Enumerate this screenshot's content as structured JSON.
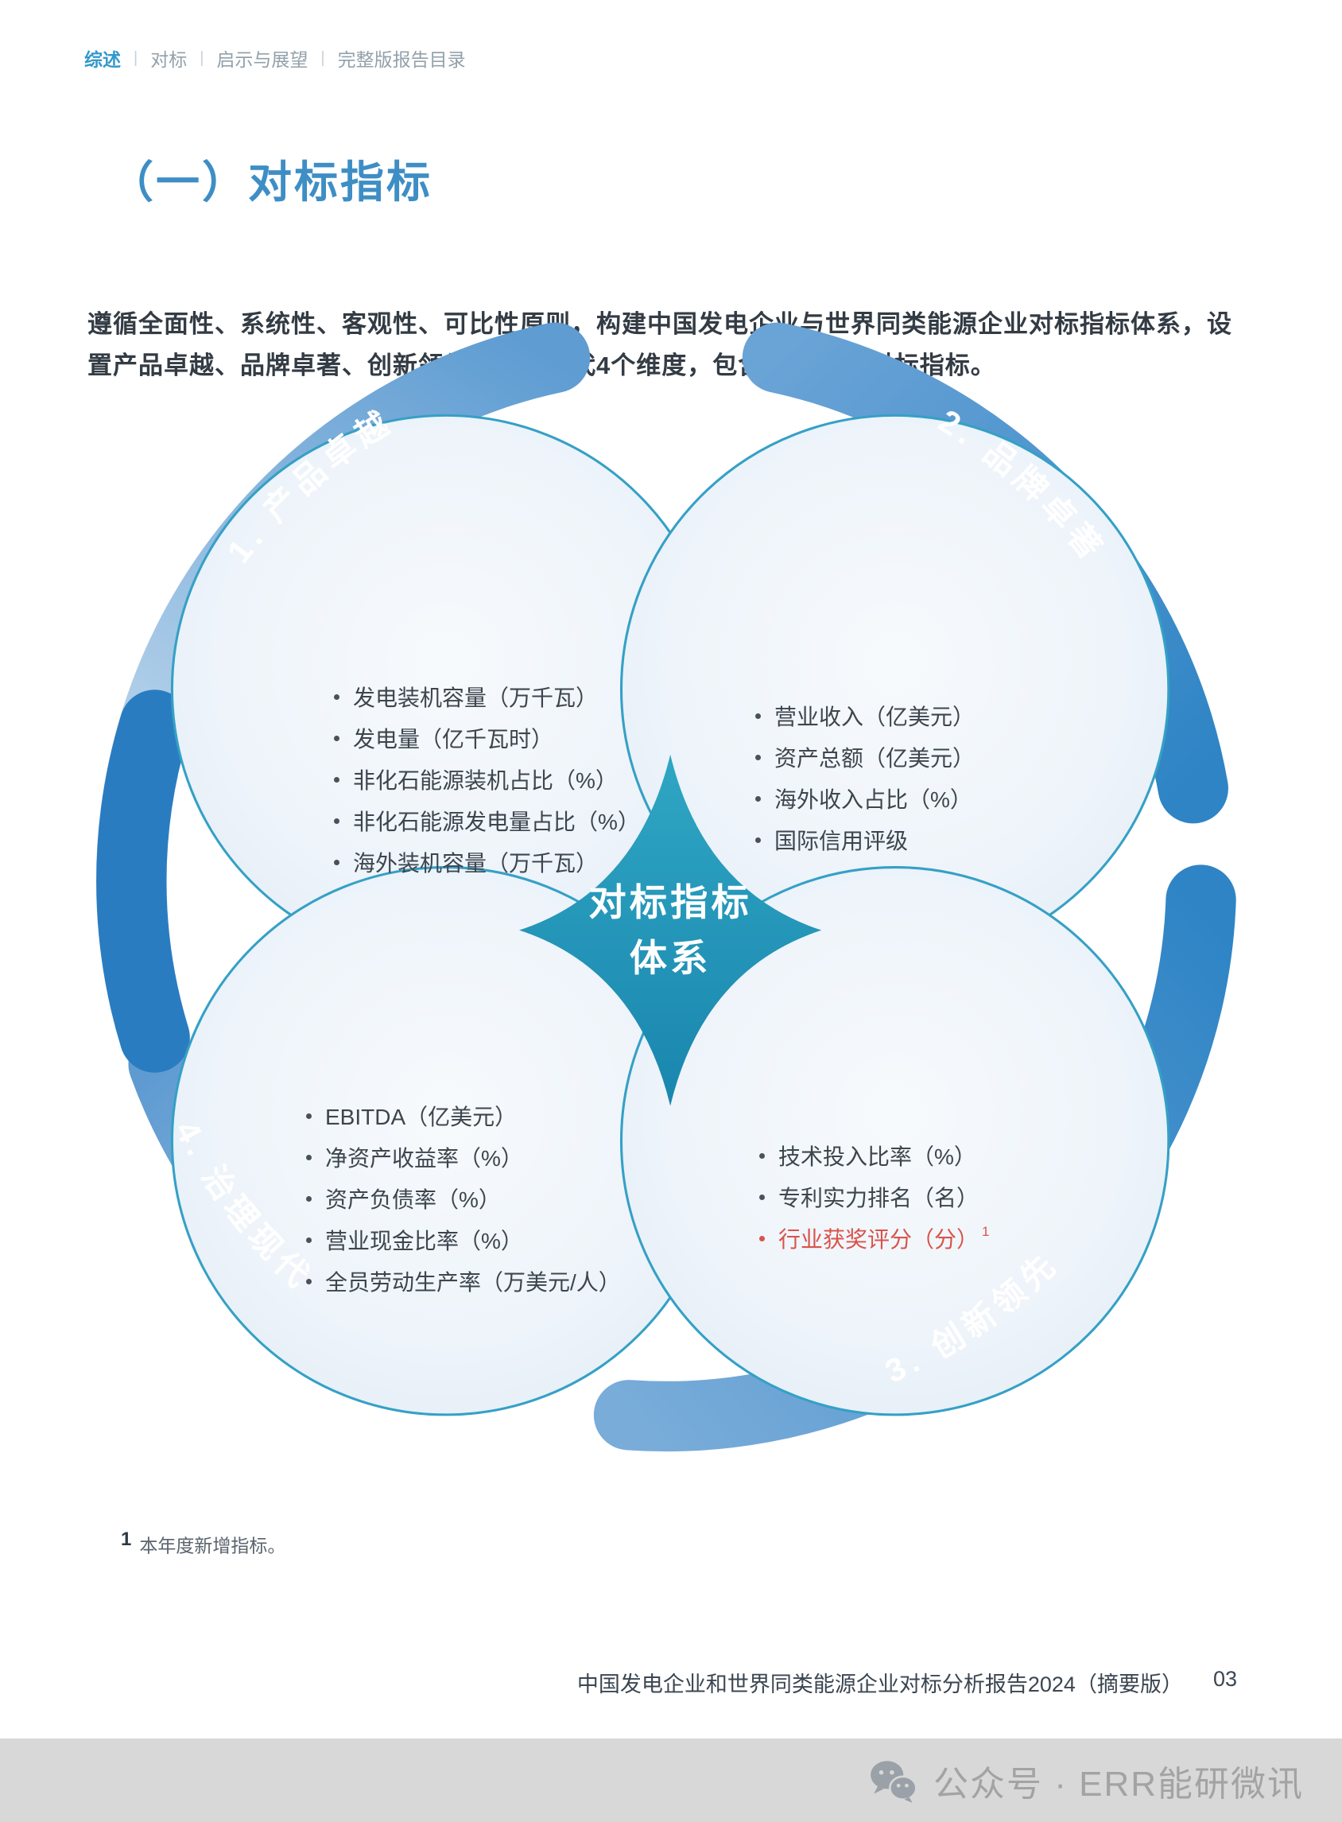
{
  "nav": {
    "separator": "|",
    "items": [
      {
        "label": "综述"
      },
      {
        "label": "对标"
      },
      {
        "label": "启示与展望"
      },
      {
        "label": "完整版报告目录"
      }
    ]
  },
  "title": "（一）对标指标",
  "intro": "遵循全面性、系统性、客观性、可比性原则，构建中国发电企业与世界同类能源企业对标指标体系，设置产品卓越、品牌卓著、创新领先、治理现代4个维度，包含17项量化对标指标。",
  "diagram": {
    "center": {
      "line1": "对标指标",
      "line2": "体系"
    },
    "colors": {
      "ring_blue": "#2e84c5",
      "ring_light": "#d8e7f4",
      "capsule_blue": "#2a7cc1",
      "circle_outline": "#35a0c6",
      "star_teal": "#1f96ba",
      "highlight_red": "#d9534a"
    },
    "quadrants": [
      {
        "label": "1. 产品卓越",
        "items": [
          "发电装机容量（万千瓦）",
          "发电量（亿千瓦时）",
          "非化石能源装机占比（%）",
          "非化石能源发电量占比（%）",
          "海外装机容量（万千瓦）"
        ]
      },
      {
        "label": "2. 品牌卓著",
        "items": [
          "营业收入（亿美元）",
          "资产总额（亿美元）",
          "海外收入占比（%）",
          "国际信用评级"
        ]
      },
      {
        "label": "3. 创新领先",
        "items": [
          "技术投入比率（%）",
          "专利实力排名（名）"
        ],
        "highlight": {
          "text": "行业获奖评分（分）",
          "marker": "1"
        }
      },
      {
        "label": "4. 治理现代",
        "items": [
          "EBITDA（亿美元）",
          "净资产收益率（%）",
          "资产负债率（%）",
          "营业现金比率（%）",
          "全员劳动生产率（万美元/人）"
        ]
      }
    ]
  },
  "footnote": {
    "marker": "1",
    "text": "本年度新增指标。"
  },
  "footer": {
    "text": "中国发电企业和世界同类能源企业对标分析报告2024（摘要版）",
    "page": "03"
  },
  "watermark": {
    "text": "公众号 · ERR能研微讯"
  }
}
